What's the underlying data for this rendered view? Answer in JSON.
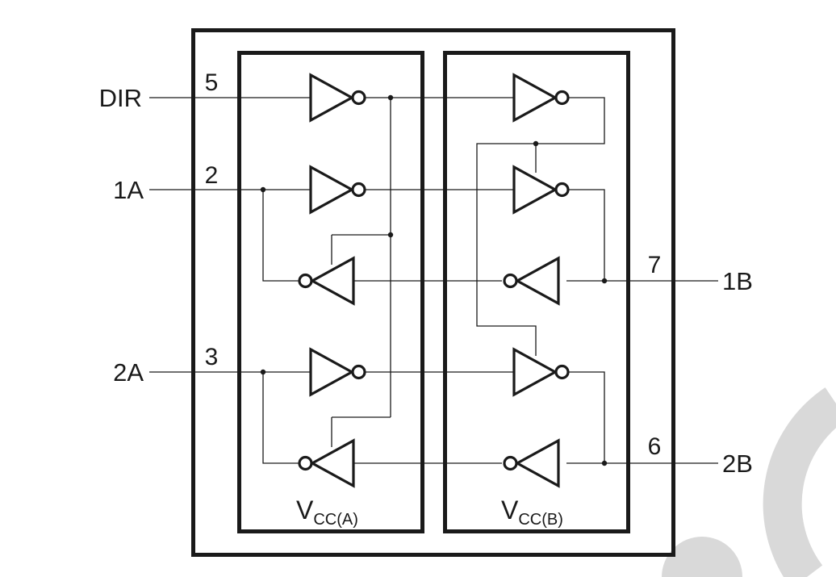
{
  "signals": {
    "dir": "DIR",
    "a1": "1A",
    "a2": "2A",
    "b1": "1B",
    "b2": "2B"
  },
  "pins": {
    "dir": "5",
    "a1": "2",
    "a2": "3",
    "b1": "7",
    "b2": "6"
  },
  "supplies": {
    "a": {
      "main": "V",
      "sub": "CC(A)"
    },
    "b": {
      "main": "V",
      "sub": "CC(B)"
    }
  },
  "colors": {
    "line": "#1a1a1a",
    "watermark": "#d9d9d9"
  }
}
